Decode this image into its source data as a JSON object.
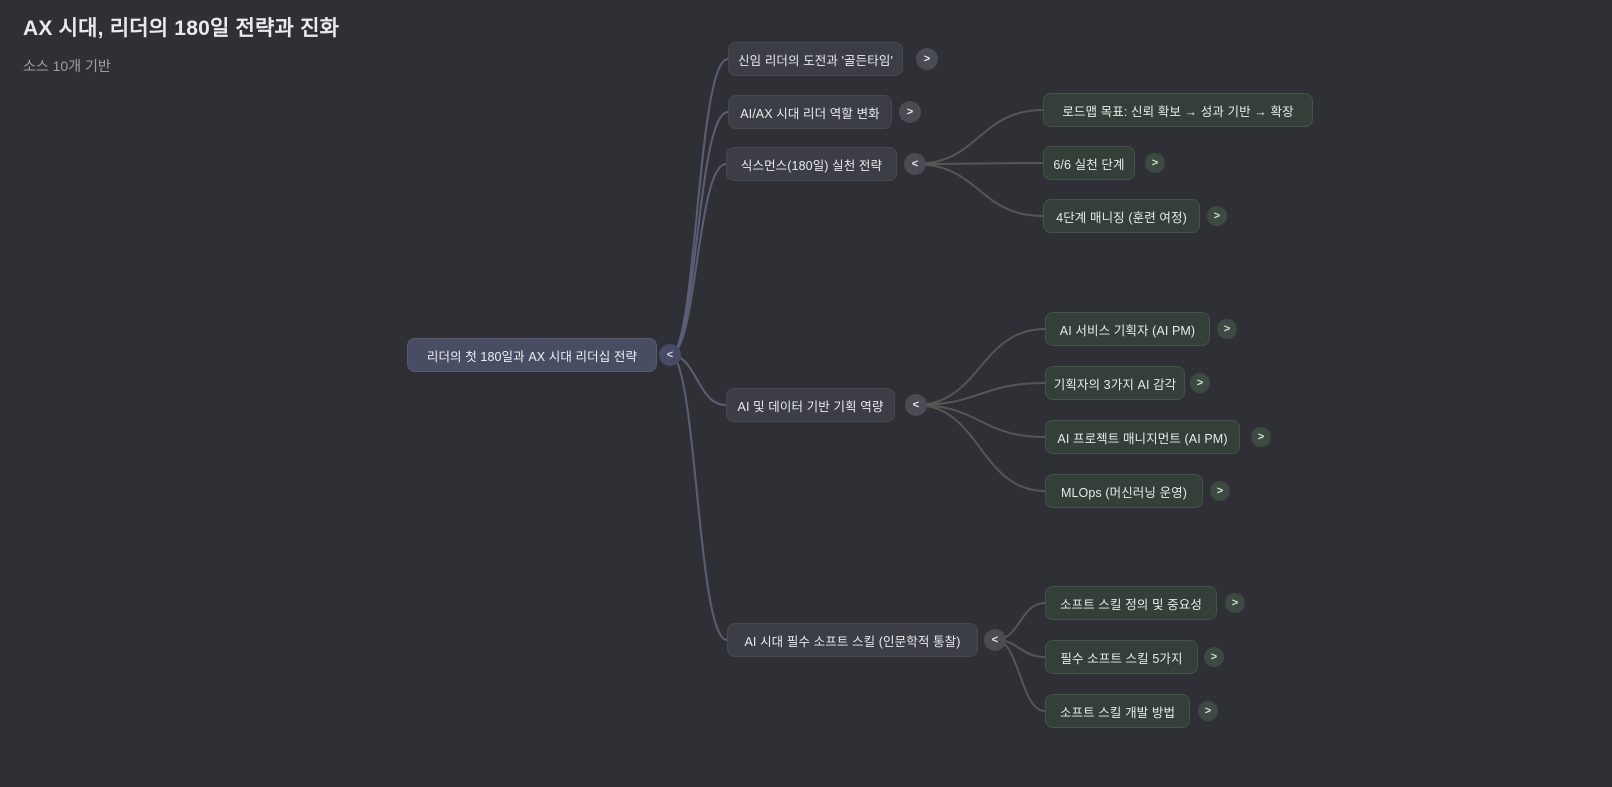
{
  "page": {
    "title": "AX 시대, 리더의 180일 전략과 진화",
    "subtitle": "소스 10개 기반"
  },
  "colors": {
    "background": "#2f3035",
    "root_node": "#494d64",
    "level1_node": "#3b3e44",
    "level2_node": "#343f39",
    "edge_root": "#5b5f75",
    "edge_child": "#535855",
    "title_text": "#e8eaed",
    "subtitle_text": "#9aa0a6"
  },
  "mindmap": {
    "root": {
      "label": "리더의 첫 180일과 AX 시대 리더십 전략",
      "toggle": "<"
    },
    "branches": [
      {
        "label": "신임 리더의 도전과 '골든타임'",
        "toggle": ">",
        "children": []
      },
      {
        "label": "AI/AX 시대 리더 역할 변화",
        "toggle": ">",
        "children": []
      },
      {
        "label": "식스먼스(180일) 실천 전략",
        "toggle": "<",
        "children": [
          {
            "label": "로드맵 목표: 신뢰 확보 → 성과 기반 → 확장"
          },
          {
            "label": "6/6 실천 단계",
            "toggle": ">"
          },
          {
            "label": "4단계 매니징 (훈련 여정)",
            "toggle": ">"
          }
        ]
      },
      {
        "label": "AI 및 데이터 기반 기획 역량",
        "toggle": "<",
        "children": [
          {
            "label": "AI 서비스 기획자 (AI PM)",
            "toggle": ">"
          },
          {
            "label": "기획자의 3가지 AI 감각",
            "toggle": ">"
          },
          {
            "label": "AI 프로젝트 매니지먼트 (AI PM)",
            "toggle": ">"
          },
          {
            "label": "MLOps (머신러닝 운영)",
            "toggle": ">"
          }
        ]
      },
      {
        "label": "AI 시대 필수 소프트 스킬 (인문학적 통찰)",
        "toggle": "<",
        "children": [
          {
            "label": "소프트 스킬 정의 및 중요성",
            "toggle": ">"
          },
          {
            "label": "필수 소프트 스킬 5가지",
            "toggle": ">"
          },
          {
            "label": "소프트 스킬 개발 방법",
            "toggle": ">"
          }
        ]
      }
    ]
  }
}
